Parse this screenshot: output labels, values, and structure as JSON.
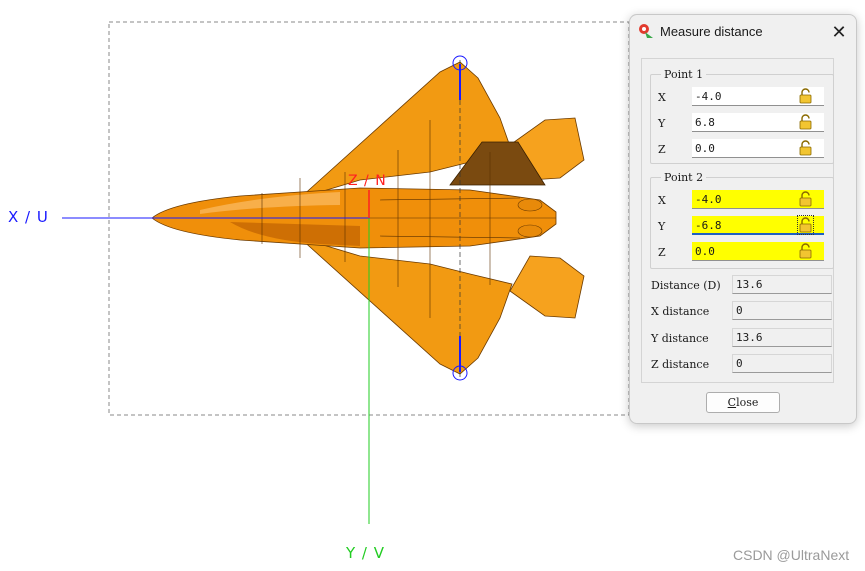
{
  "viewport": {
    "axis_x_label": "X / U",
    "axis_y_label": "Y / V",
    "axis_z_label": "Z / N",
    "colors": {
      "x_axis": "#1a1aff",
      "y_axis": "#22cc22",
      "z_axis": "#ff2020",
      "model": "#f0900a",
      "bbox": "#888888"
    }
  },
  "dialog": {
    "title": "Measure distance",
    "close_icon": "close-icon",
    "app_icon": "app-icon",
    "point1": {
      "title": "Point 1",
      "fields": [
        {
          "label": "X",
          "value": "-4.0",
          "highlight": false
        },
        {
          "label": "Y",
          "value": "6.8",
          "highlight": false
        },
        {
          "label": "Z",
          "value": "0.0",
          "highlight": false
        }
      ]
    },
    "point2": {
      "title": "Point 2",
      "fields": [
        {
          "label": "X",
          "value": "-4.0",
          "highlight": true
        },
        {
          "label": "Y",
          "value": "-6.8",
          "highlight": true
        },
        {
          "label": "Z",
          "value": "0.0",
          "highlight": true
        }
      ]
    },
    "results": [
      {
        "label": "Distance (D)",
        "value": "13.6"
      },
      {
        "label": "X distance",
        "value": "0"
      },
      {
        "label": "Y distance",
        "value": "13.6"
      },
      {
        "label": "Z distance",
        "value": "0"
      }
    ],
    "close_button": {
      "mnemonic": "C",
      "rest": "lose"
    }
  },
  "watermark": "CSDN @UltraNext"
}
